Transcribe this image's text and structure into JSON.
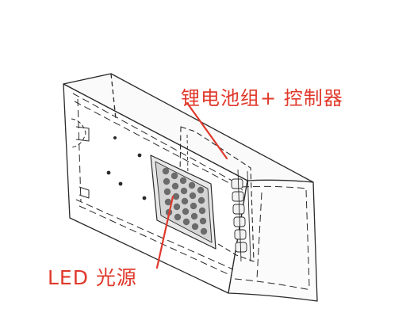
{
  "labels": {
    "battery": "锂电池组+ 控制器",
    "led": "LED 光源"
  },
  "colors": {
    "callout": "#e0392b",
    "line": "#2a2a2a"
  },
  "components": {
    "led_grid": {
      "rows": 5,
      "cols": 5
    },
    "battery_cells": 6
  }
}
